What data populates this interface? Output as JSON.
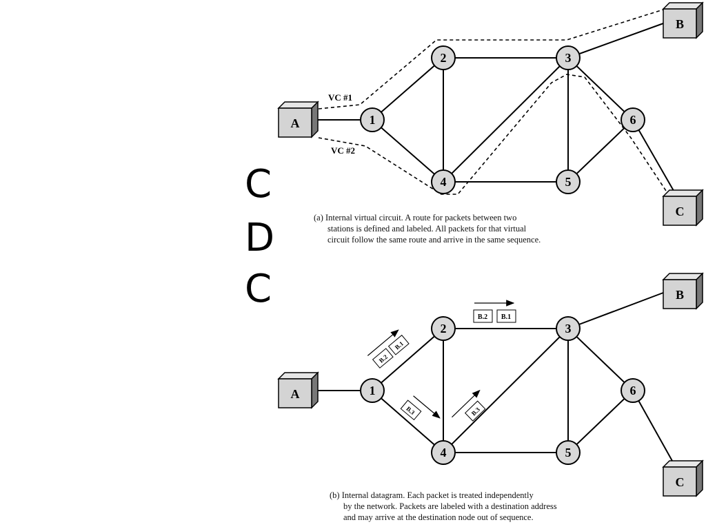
{
  "side_letters": [
    "C",
    "D",
    "C"
  ],
  "part_a": {
    "caption_lines": [
      "(a) Internal virtual circuit. A route for packets between two",
      "stations is defined and labeled. All packets for that virtual",
      "circuit follow the same route and arrive in the same sequence."
    ],
    "vc_labels": [
      "VC #1",
      "VC #2"
    ]
  },
  "part_b": {
    "caption_lines": [
      "(b) Internal datagram. Each packet is treated independently",
      "by the network. Packets are labeled with a destination address",
      "and may arrive at the destination node out of sequence."
    ],
    "packets_1_2": [
      "B.2",
      "B.1"
    ],
    "packets_2_3": [
      "B.2",
      "B.1"
    ],
    "packet_1_4": "B.3",
    "packet_4_3": "B.3"
  },
  "stations": [
    "A",
    "B",
    "C"
  ],
  "nodes": [
    "1",
    "2",
    "3",
    "4",
    "5",
    "6"
  ]
}
